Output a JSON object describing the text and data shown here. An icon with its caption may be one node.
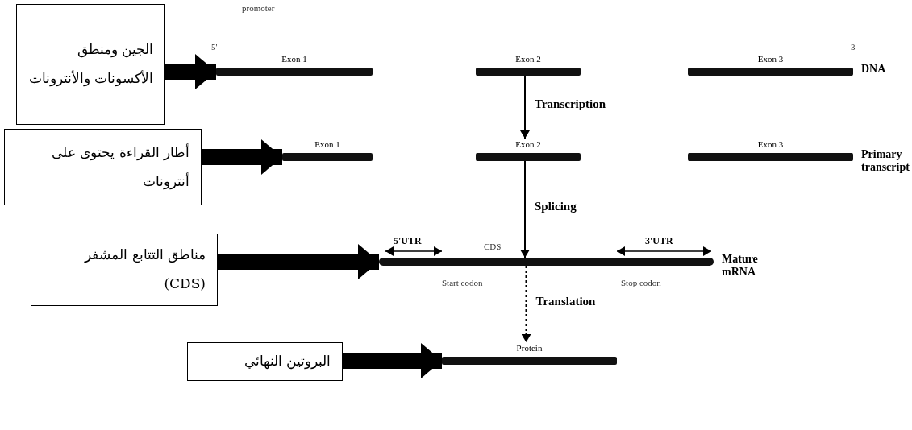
{
  "diagram": {
    "nodes": [
      {
        "text": [
          "الجين ومنطق الأكسونات والأنترونات"
        ]
      },
      {
        "text": [
          "أطار القراءة يحتوى على أنترونات"
        ]
      },
      {
        "text": [
          "مناطق التتابع المشفر (CDS)"
        ]
      },
      {
        "text": [
          "البروتين النهائي"
        ]
      },
      {
        "text": [
          "Exon 1"
        ]
      },
      {
        "text": [
          "Exon 2"
        ]
      },
      {
        "text": [
          "Exon 3"
        ],
        "beside": [
          "DNA"
        ]
      },
      {
        "text": [
          "Exon 1"
        ]
      },
      {
        "text": [
          "Exon 2"
        ]
      },
      {
        "text": [
          "Exon 3"
        ],
        "beside": [
          "Primary transcript"
        ]
      },
      {
        "text": [],
        "shape": "bar",
        "beside": [
          "Mature mRNA"
        ]
      },
      {
        "text": [
          "Protein"
        ]
      }
    ],
    "edges": [
      {
        "from": 0,
        "to": 4,
        "arrow": "to"
      },
      {
        "from": 1,
        "to": 7,
        "arrow": "to"
      },
      {
        "from": 2,
        "to": 10,
        "arrow": "to"
      },
      {
        "from": 3,
        "to": 11,
        "arrow": "to"
      },
      {
        "from": 5,
        "to": 8,
        "arrow": "to",
        "label": "Transcription"
      },
      {
        "from": 8,
        "to": 10,
        "arrow": "to",
        "label": "Splicing"
      },
      {
        "from": 10,
        "to": 11,
        "arrow": "to",
        "label": "Translation",
        "style": "dashed"
      }
    ],
    "labels": [
      "promoter",
      "5'",
      "3'",
      "5'UTR",
      "CDS",
      "3'UTR",
      "Start codon",
      "Stop codon"
    ]
  }
}
